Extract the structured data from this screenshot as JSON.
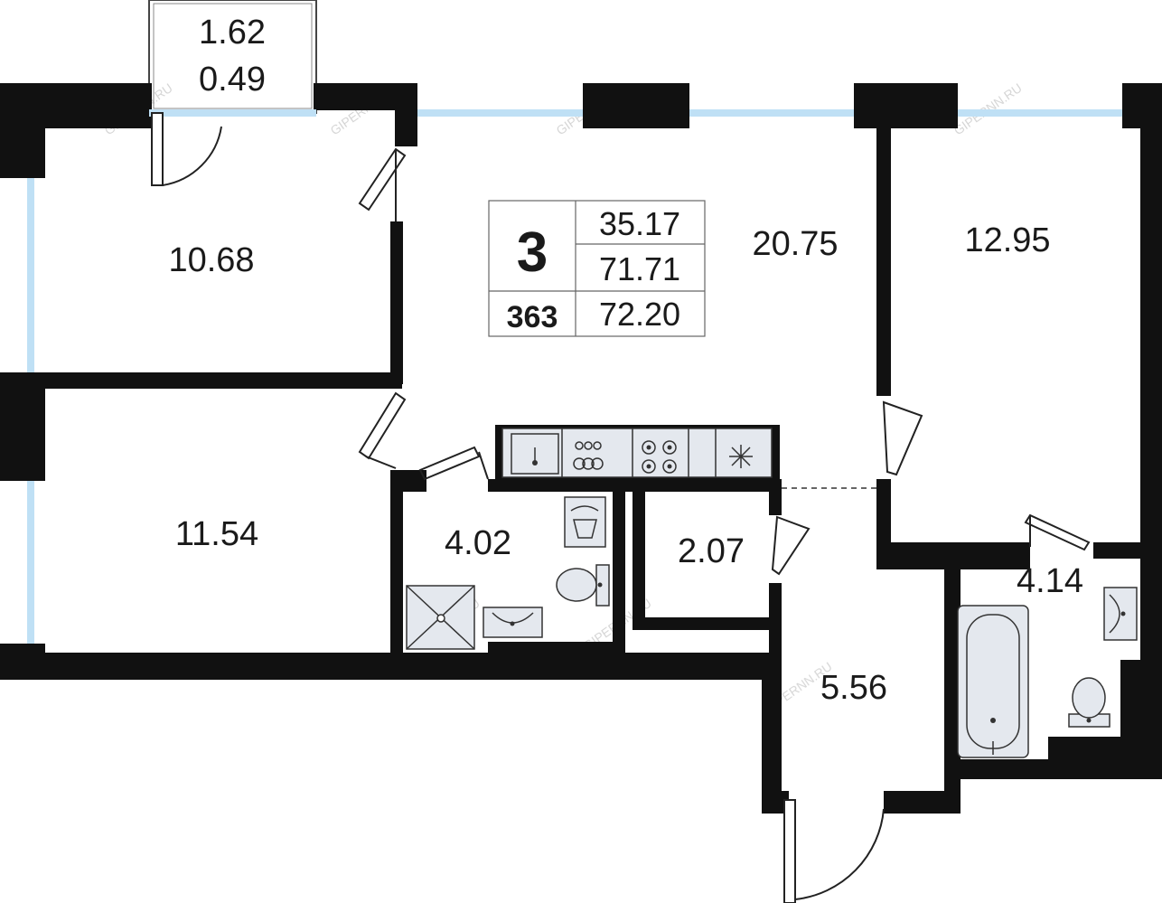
{
  "apartment": {
    "rooms_count": "3",
    "number": "363",
    "living_area": "35.17",
    "total_area": "71.71",
    "total_with_balcony": "72.20"
  },
  "balcony": {
    "area": "1.62",
    "reduced_area": "0.49"
  },
  "rooms": {
    "bedroom_top_left": "10.68",
    "bedroom_bottom_left": "11.54",
    "living_kitchen": "20.75",
    "bedroom_right": "12.95",
    "bathroom_shower": "4.02",
    "storage": "2.07",
    "hallway": "5.56",
    "bathroom_tub": "4.14"
  },
  "watermark": "GIPERNN.RU",
  "colors": {
    "wall": "#111111",
    "window": "#bfe0f5",
    "fixture": "#e4e8ee"
  }
}
